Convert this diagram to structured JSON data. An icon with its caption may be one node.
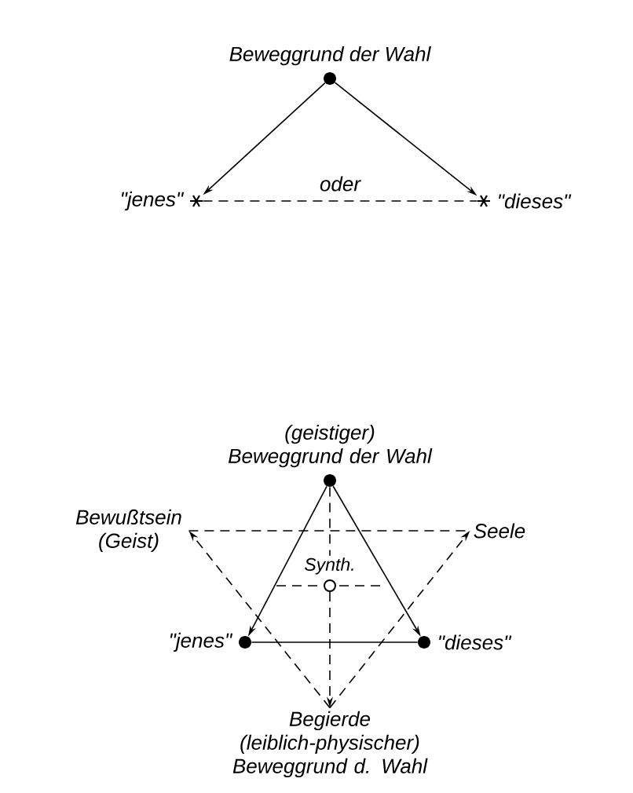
{
  "diagram": {
    "nodes": [
      {
        "text": [
          "Beweggrund der Wahl"
        ]
      },
      {
        "text": [
          "\"jenes\""
        ]
      },
      {
        "text": [
          "\"dieses\""
        ]
      },
      {
        "text": [
          "(geistiger) Beweggrund der Wahl"
        ]
      },
      {
        "text": [
          "\"jenes\""
        ]
      },
      {
        "text": [
          "\"dieses\""
        ]
      },
      {
        "text": [
          "Synth."
        ]
      },
      {
        "text": [
          "Bewußtsein (Geist)"
        ]
      },
      {
        "text": [
          "Seele"
        ]
      },
      {
        "text": [
          "Begierde (leiblich-physischer) Beweggrund d. Wahl"
        ]
      }
    ],
    "edges": [
      {
        "from": 0,
        "to": 1,
        "arrow": "to"
      },
      {
        "from": 0,
        "to": 2,
        "arrow": "to"
      },
      {
        "from": 1,
        "to": 2,
        "arrow": "none",
        "label": "oder",
        "style": "dashed"
      },
      {
        "from": 3,
        "to": 4,
        "arrow": "to"
      },
      {
        "from": 3,
        "to": 5,
        "arrow": "to"
      },
      {
        "from": 4,
        "to": 5,
        "arrow": "none"
      },
      {
        "from": 9,
        "to": 7,
        "arrow": "to",
        "style": "dashed"
      },
      {
        "from": 9,
        "to": 8,
        "arrow": "to",
        "style": "dashed"
      },
      {
        "from": 7,
        "to": 8,
        "arrow": "none",
        "style": "dashed"
      },
      {
        "from": 3,
        "to": 6,
        "arrow": "none",
        "style": "dashed"
      },
      {
        "from": 6,
        "to": 9,
        "arrow": "to",
        "style": "dashed"
      }
    ]
  }
}
